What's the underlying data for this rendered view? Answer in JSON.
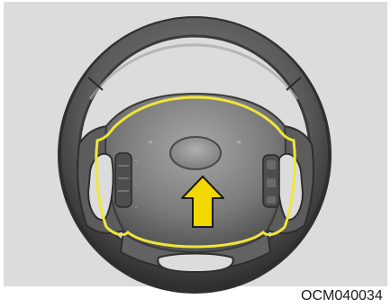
{
  "figure": {
    "code": "OCM040034",
    "colors": {
      "background": "#dcdcdc",
      "frame": "#f6f6f6",
      "wheel_dark": "#3d3d3d",
      "wheel_mid": "#6f6f6f",
      "wheel_light": "#9a9a9a",
      "horn_outline": "#f0e63a",
      "arrow_fill": "#f2d800",
      "arrow_stroke": "#1a1a1a"
    },
    "icons": [
      "steering-wheel",
      "horn-pad-highlight",
      "press-arrow"
    ]
  }
}
